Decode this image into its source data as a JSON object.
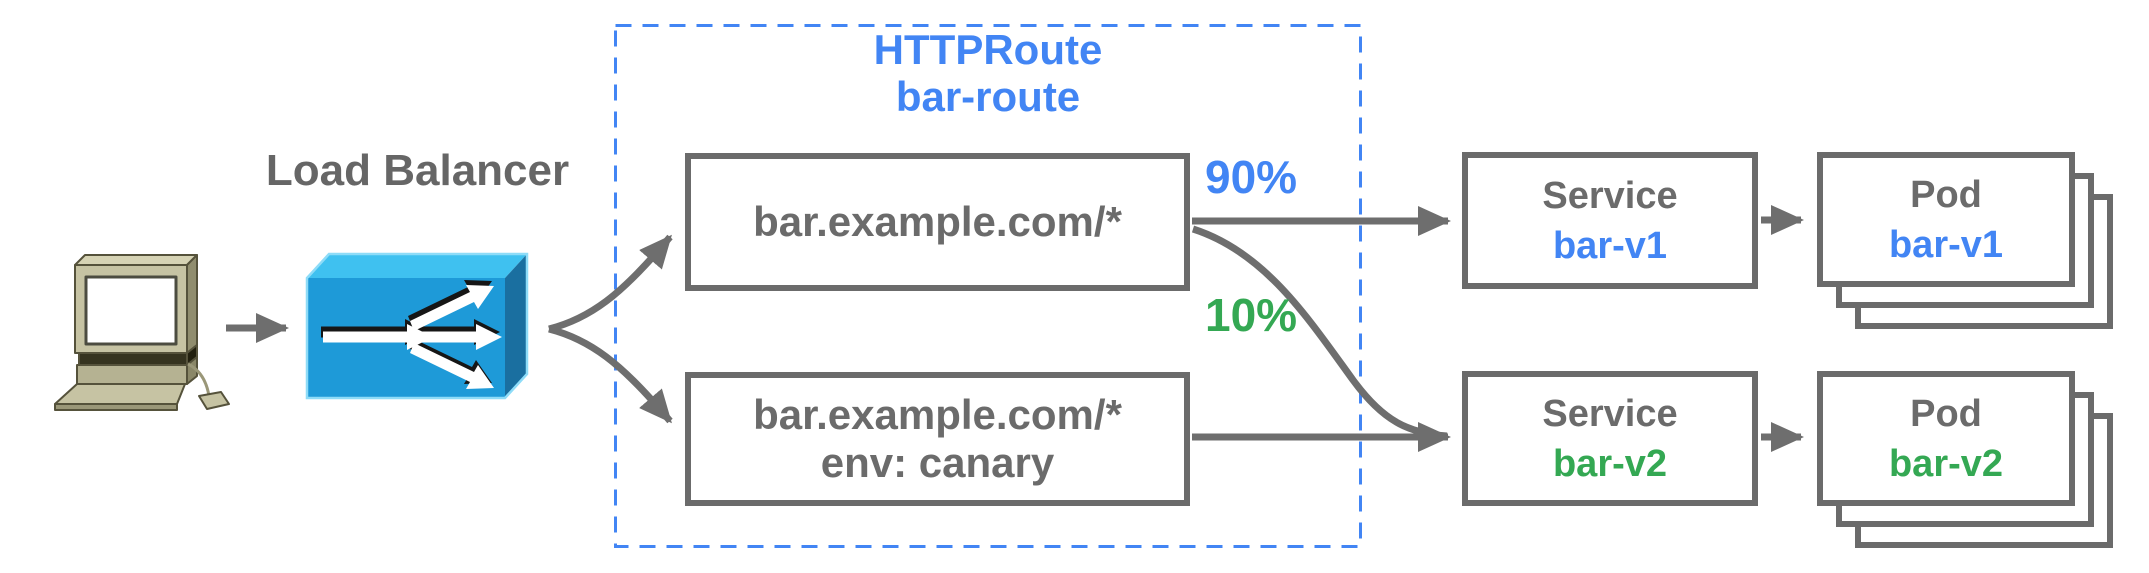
{
  "diagram": {
    "lb": {
      "label": "Load Balancer"
    },
    "httproute": {
      "title": "HTTPRoute",
      "name": "bar-route",
      "rule1": "bar.example.com/*",
      "rule2_line1": "bar.example.com/*",
      "rule2_line2": "env: canary"
    },
    "weights": {
      "primary": "90%",
      "canary": "10%"
    },
    "services": [
      {
        "kind": "Service",
        "name": "bar-v1"
      },
      {
        "kind": "Service",
        "name": "bar-v2"
      }
    ],
    "pods": [
      {
        "kind": "Pod",
        "name": "bar-v1"
      },
      {
        "kind": "Pod",
        "name": "bar-v2"
      }
    ],
    "colors": {
      "blue": "#4285F4",
      "green": "#34A853",
      "gray": "#6B6B6B",
      "arrow_gray": "#6E6E6E",
      "lb_front": "#1E9AD8",
      "lb_top": "#3FC1F0",
      "lb_side": "#1A6FA0"
    }
  }
}
